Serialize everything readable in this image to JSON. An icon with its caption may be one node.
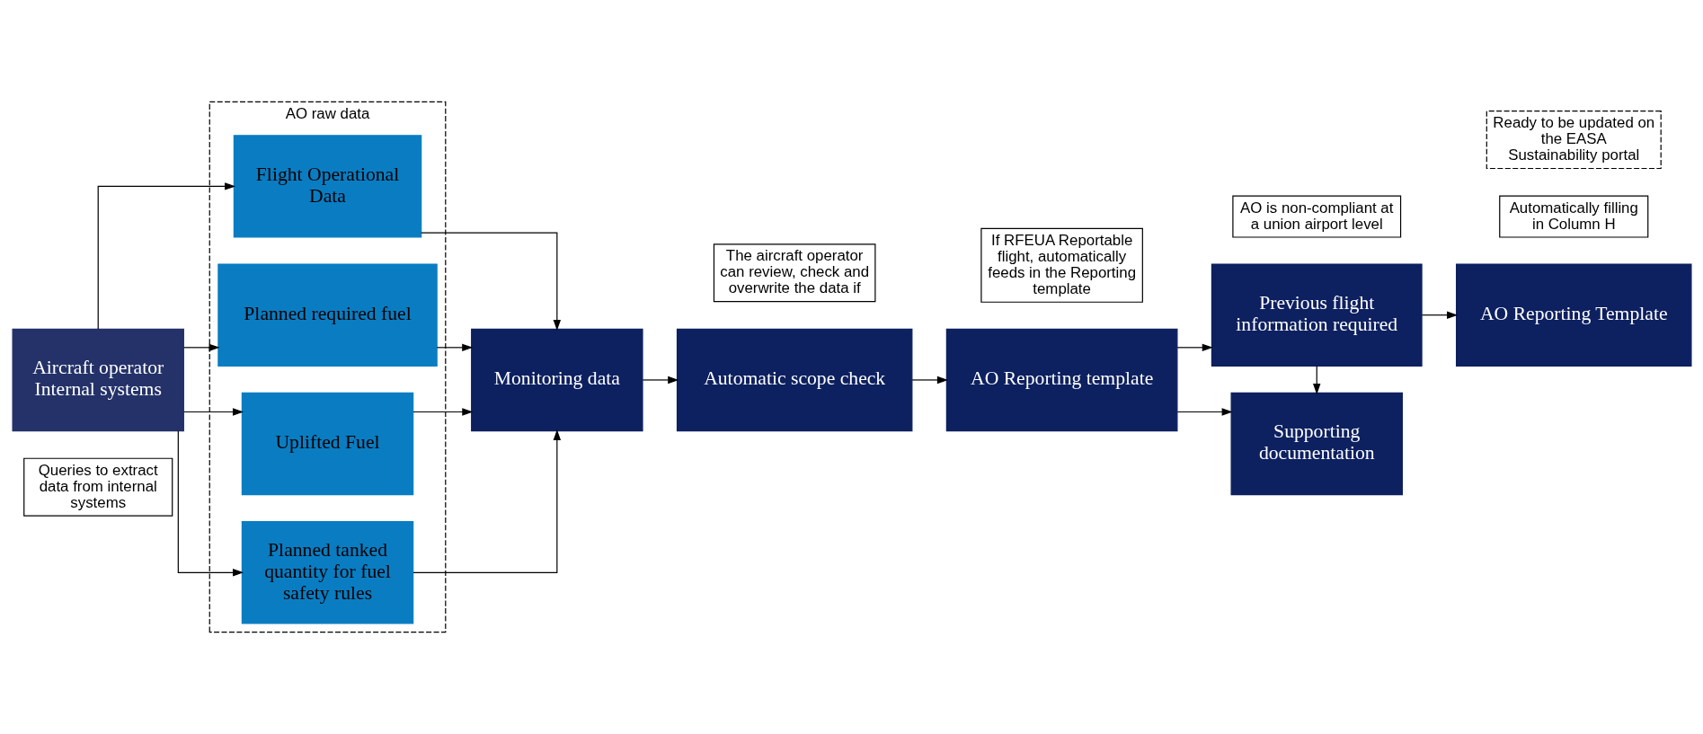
{
  "diagram": {
    "nodes": [
      {
        "text": [
          "Queries to extract data from internal systems"
        ]
      },
      {
        "text": [
          "AO raw data"
        ]
      },
      {
        "text": [
          "Flight Operational Data"
        ],
        "in": 1
      },
      {
        "text": [
          "Planned required fuel"
        ],
        "in": 1
      },
      {
        "text": [
          "Uplifted Fuel"
        ],
        "in": 1
      },
      {
        "text": [
          "Planned tanked quantity for fuel safety rules"
        ],
        "in": 1
      },
      {
        "text": [
          "Aircraft operator Internal systems"
        ]
      },
      {
        "text": [
          "The aircraft operator can review, check and overwrite the data if"
        ]
      },
      {
        "text": [
          "If RFEUA Reportable flight, automatically feeds in the Reporting template"
        ]
      },
      {
        "text": [
          "AO is non-compliant at a union airport level"
        ]
      },
      {
        "text": [
          "Automatically filling in Column H"
        ]
      },
      {
        "text": [
          "Monitoring data"
        ]
      },
      {
        "text": [
          "Automatic scope check"
        ]
      },
      {
        "text": [
          "AO Reporting template"
        ]
      },
      {
        "text": [
          "Previous flight information required"
        ]
      },
      {
        "text": [
          "AO Reporting Template"
        ]
      },
      {
        "text": [
          "Supporting documentation"
        ]
      },
      {
        "text": [
          "Ready to be updated on the EASA Sustainability portal"
        ]
      }
    ],
    "edges": [
      {
        "from": 6,
        "to": 2,
        "arrow": "to"
      },
      {
        "from": 6,
        "to": 3,
        "arrow": "to"
      },
      {
        "from": 6,
        "to": 4,
        "arrow": "to"
      },
      {
        "from": 6,
        "to": 5,
        "arrow": "to"
      },
      {
        "from": 2,
        "to": 11,
        "arrow": "to"
      },
      {
        "from": 3,
        "to": 11,
        "arrow": "to"
      },
      {
        "from": 4,
        "to": 11,
        "arrow": "to"
      },
      {
        "from": 5,
        "to": 11,
        "arrow": "to"
      },
      {
        "from": 11,
        "to": 12,
        "arrow": "to"
      },
      {
        "from": 12,
        "to": 13,
        "arrow": "to"
      },
      {
        "from": 13,
        "to": 14,
        "arrow": "to"
      },
      {
        "from": 14,
        "to": 15,
        "arrow": "to"
      },
      {
        "from": 13,
        "to": 16,
        "arrow": "to"
      },
      {
        "from": 14,
        "to": 16,
        "arrow": "to"
      }
    ]
  }
}
